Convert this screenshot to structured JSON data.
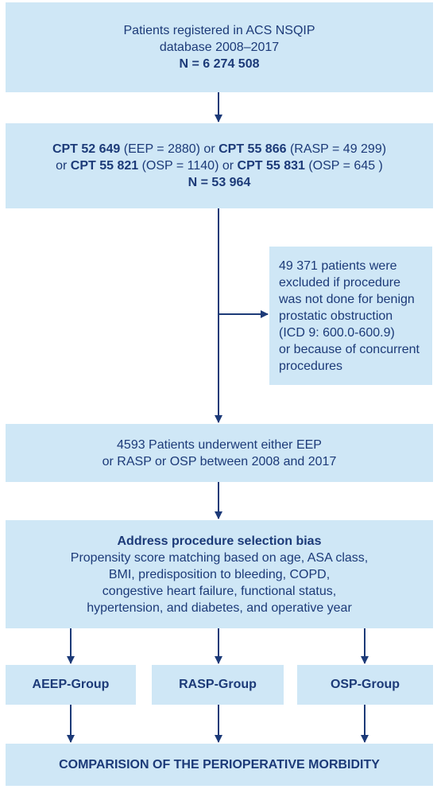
{
  "registered": {
    "line1": "Patients registered in ACS NSQIP",
    "line2": "database 2008–2017",
    "count": "N = 6 274 508"
  },
  "cpt": {
    "code1": "CPT 52 649",
    "note1": " (EEP = 2880) or ",
    "code2": "CPT 55 866",
    "note2": " (RASP = 49 299)",
    "prefix3": "or ",
    "code3": "CPT 55 821",
    "note3": " (OSP = 1140) or ",
    "code4": "CPT 55 831",
    "note4": " (OSP = 645 )",
    "count": "N = 53 964"
  },
  "excluded": {
    "lines": [
      "49 371 patients were",
      "excluded if procedure",
      "was not done for benign",
      "prostatic obstruction",
      "(ICD 9: 600.0-600.9)",
      "or because of concurrent",
      "procedures"
    ]
  },
  "underwent": {
    "line1": "4593 Patients underwent either EEP",
    "line2": "or RASP or OSP between 2008 and 2017"
  },
  "bias": {
    "title": "Address procedure selection bias",
    "lines": [
      "Propensity score matching based on age, ASA class,",
      "BMI, predisposition to bleeding, COPD,",
      "congestive heart failure, functional status,",
      "hypertension, and diabetes, and operative year"
    ]
  },
  "groups": {
    "aeep": "AEEP-Group",
    "rasp": "RASP-Group",
    "osp": "OSP-Group"
  },
  "comparison": "COMPARISION OF THE PERIOPERATIVE MORBIDITY",
  "colors": {
    "box_fill": "#cfe7f6",
    "text": "#1c3a78",
    "arrow": "#1c3a78"
  }
}
